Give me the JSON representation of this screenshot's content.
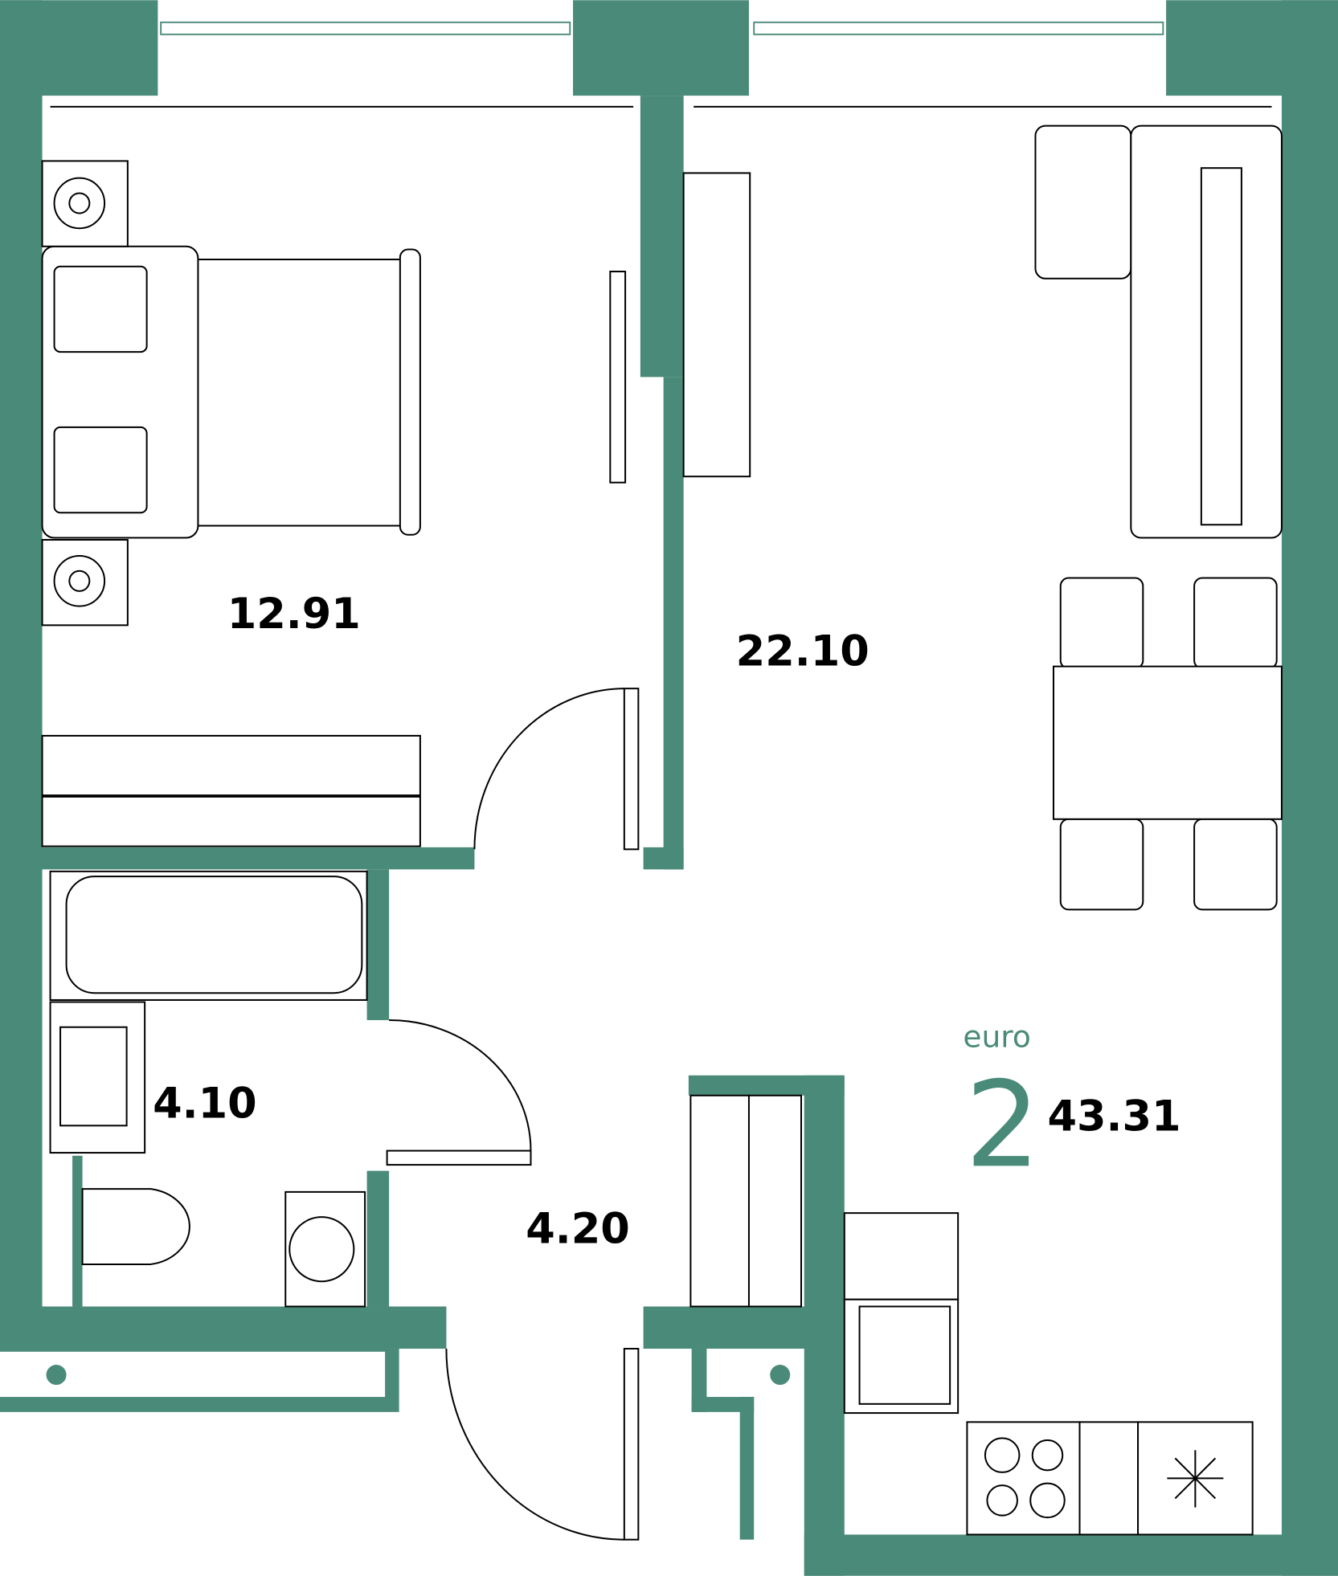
{
  "plan": {
    "accent_color": "#4a8a78",
    "rooms": [
      {
        "name": "bedroom",
        "area": "12.91"
      },
      {
        "name": "living-kitchen",
        "area": "22.10"
      },
      {
        "name": "bathroom",
        "area": "4.10"
      },
      {
        "name": "hallway",
        "area": "4.20"
      }
    ],
    "summary": {
      "type_label": "euro",
      "rooms_count": "2",
      "total_area": "43.31"
    }
  }
}
